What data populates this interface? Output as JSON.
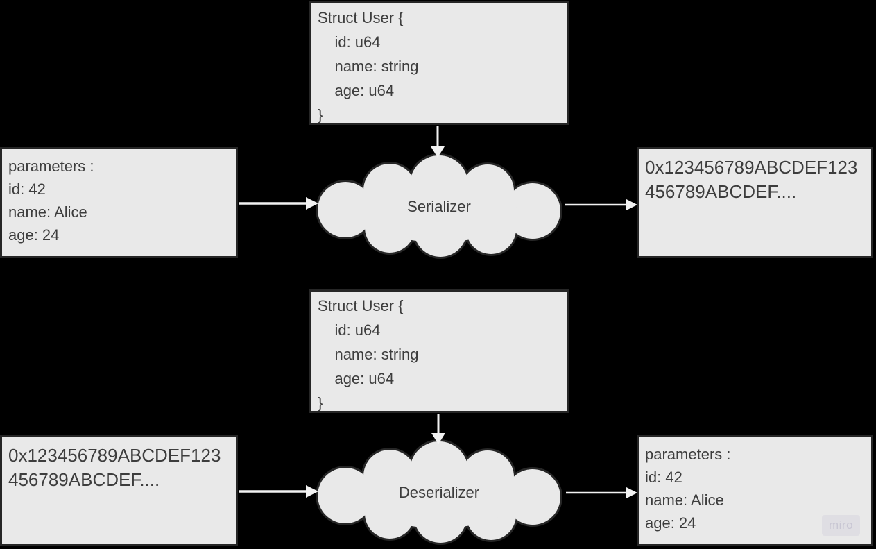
{
  "colors": {
    "background": "#000000",
    "shape_fill": "#e9e9e9",
    "shape_border": "#262626",
    "shape_text": "#3d3d3d",
    "arrow": "#f2f2f2",
    "watermark_bg": "#dfdee3",
    "watermark_text": "#c8c6d3"
  },
  "serialization_flow": {
    "struct_box": "Struct User {\n    id: u64\n    name: string\n    age: u64\n}",
    "input_box": "parameters :\nid: 42\nname: Alice\nage: 24",
    "cloud_label": "Serializer",
    "output_box": "0x123456789ABCDEF123\n456789ABCDEF...."
  },
  "deserialization_flow": {
    "struct_box": "Struct User {\n    id: u64\n    name: string\n    age: u64\n}",
    "input_box": "0x123456789ABCDEF123\n456789ABCDEF....",
    "cloud_label": "Deserializer",
    "output_box": "parameters :\nid: 42\nname: Alice\nage: 24"
  },
  "watermark": "miro"
}
